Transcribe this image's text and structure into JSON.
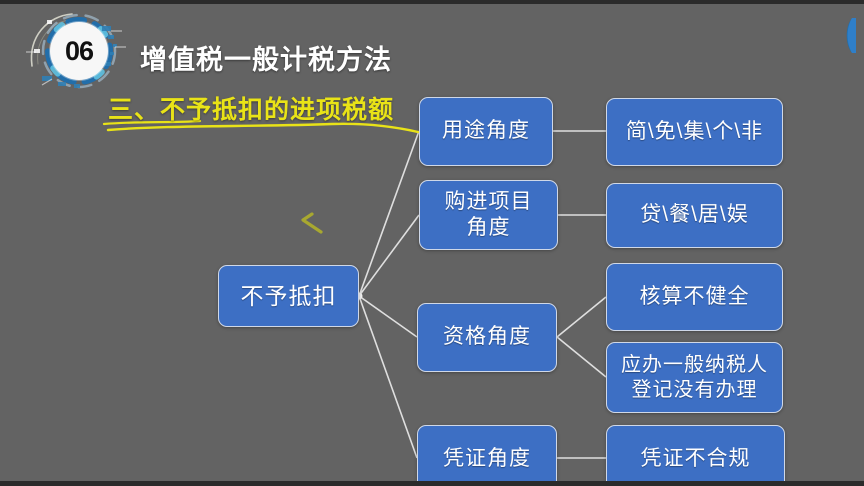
{
  "slide": {
    "background_color": "#636363",
    "node_color": "#3d6fc4",
    "node_border_color": "#cfd8e8",
    "title_color": "#ffffff",
    "subtitle_color": "#e9e317",
    "badge_number": "06",
    "title": "增值税一般计税方法",
    "subtitle": "三、不予抵扣的进项税额"
  },
  "diagram": {
    "type": "mindmap",
    "root": {
      "label": "不予抵扣"
    },
    "branches": [
      {
        "label": "用途角度",
        "children": [
          {
            "label": "简\\免\\集\\个\\非"
          }
        ]
      },
      {
        "label_line1": "购进项目",
        "label_line2": "角度",
        "children": [
          {
            "label": "贷\\餐\\居\\娱"
          }
        ]
      },
      {
        "label": "资格角度",
        "children": [
          {
            "label": "核算不健全"
          },
          {
            "label_line1": "应办一般纳税人",
            "label_line2": "登记没有办理"
          }
        ]
      },
      {
        "label": "凭证角度",
        "children": [
          {
            "label": "凭证不合规"
          }
        ]
      }
    ]
  },
  "annotation": {
    "pen_mark_color": "#a8a830",
    "pen_mark_name": "handwritten-check-mark"
  }
}
